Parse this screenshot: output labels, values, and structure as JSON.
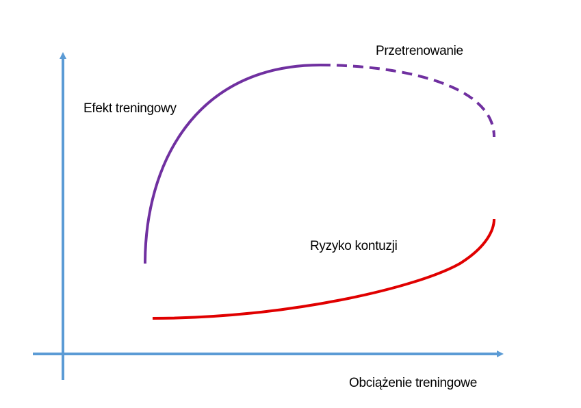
{
  "labels": {
    "training_effect": "Efekt treningowy",
    "overtraining": "Przetrenowanie",
    "injury_risk": "Ryzyko kontuzji",
    "x_axis": "Obciążenie treningowe"
  },
  "colors": {
    "axis": "#5b9bd5",
    "training_effect_curve": "#7030a0",
    "injury_risk_curve": "#e00000",
    "text": "#000000"
  }
}
